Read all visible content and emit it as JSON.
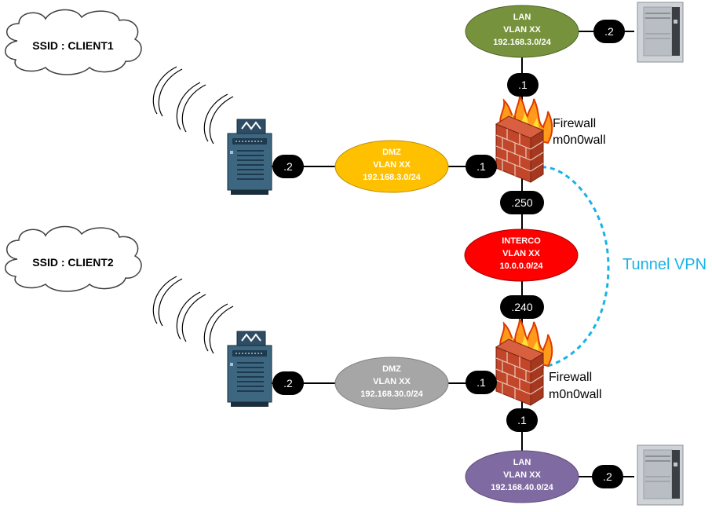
{
  "clouds": {
    "client1": "SSID : CLIENT1",
    "client2": "SSID : CLIENT2"
  },
  "networks": {
    "lan_top": {
      "lines": [
        "LAN",
        "VLAN XX",
        "192.168.3.0/24"
      ],
      "color": "#76923c"
    },
    "dmz_top": {
      "lines": [
        "DMZ",
        "VLAN XX",
        "192.168.3.0/24"
      ],
      "color": "#ffc000"
    },
    "interco": {
      "lines": [
        "INTERCO",
        "VLAN XX",
        "10.0.0.0/24"
      ],
      "color": "#ff0000"
    },
    "dmz_bottom": {
      "lines": [
        "DMZ",
        "VLAN XX",
        "192.168.30.0/24"
      ],
      "color": "#a6a6a6"
    },
    "lan_bottom": {
      "lines": [
        "LAN",
        "VLAN XX",
        "192.168.40.0/24"
      ],
      "color": "#7f6aa1"
    }
  },
  "pills": {
    "pc_top": ".2",
    "fw_top_lan": ".1",
    "ap_top": ".2",
    "fw_top_dmz": ".1",
    "fw_top_interco": ".250",
    "fw_bottom_interco": ".240",
    "ap_bottom": ".2",
    "fw_bottom_dmz": ".1",
    "fw_bottom_lan": ".1",
    "pc_bottom": ".2"
  },
  "firewalls": {
    "top": {
      "line1": "Firewall",
      "line2": "m0n0wall"
    },
    "bottom": {
      "line1": "Firewall",
      "line2": "m0n0wall"
    }
  },
  "tunnel": {
    "label": "Tunnel VPN",
    "color": "#1ab2e6"
  },
  "icons": {
    "cloud": "cloud-icon",
    "wifi": "wifi-waves-icon",
    "access_point": "access-point-icon",
    "firewall": "firewall-icon",
    "pc": "pc-tower-icon"
  }
}
